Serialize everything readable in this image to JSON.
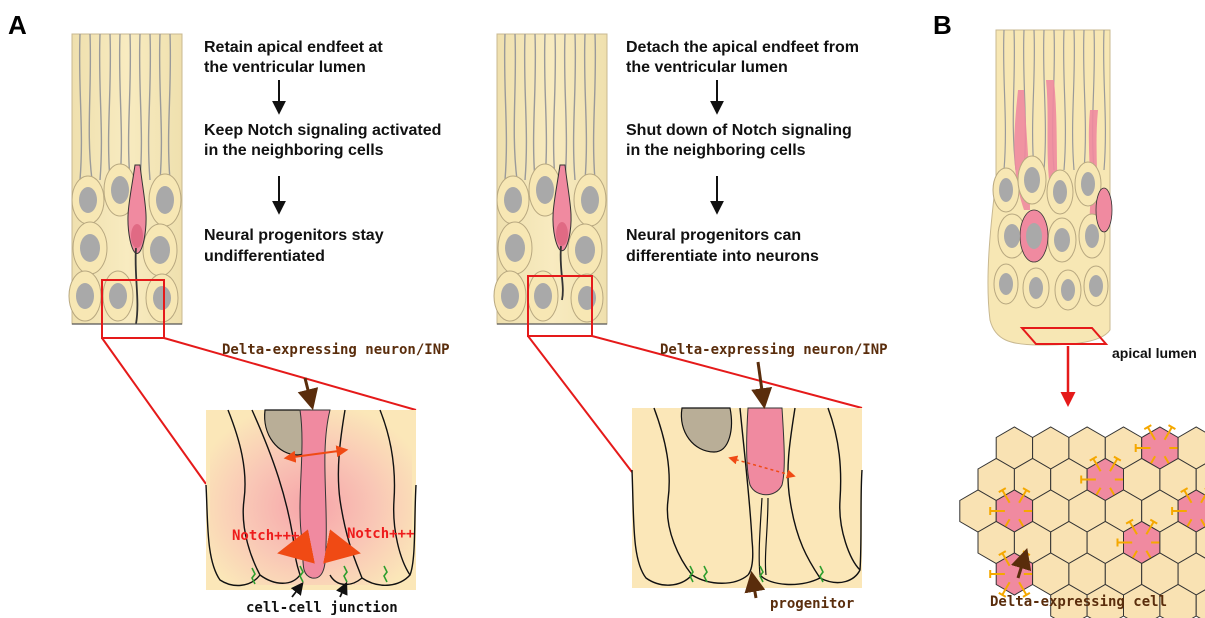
{
  "panel_a": {
    "label": "A",
    "left_steps": [
      [
        "Retain apical endfeet at",
        "the ventricular lumen"
      ],
      [
        "Keep Notch signaling activated",
        "in the neighboring cells"
      ],
      [
        "Neural progenitors stay",
        "undifferentiated"
      ]
    ],
    "right_steps": [
      [
        "Detach the apical endfeet from",
        "the ventricular lumen"
      ],
      [
        "Shut down of Notch signaling",
        "in the neighboring cells"
      ],
      [
        "Neural progenitors can",
        "differentiate into neurons"
      ]
    ],
    "left_zoom": {
      "neuron_label": "Delta-expressing neuron/INP",
      "notch_left": "Notch+++",
      "notch_right": "Notch+++",
      "junction_label": "cell-cell junction"
    },
    "right_zoom": {
      "neuron_label": "Delta-expressing neuron/INP",
      "progenitor_label": "progenitor"
    }
  },
  "panel_b": {
    "label": "B",
    "apical_label": "apical lumen",
    "delta_cell_label": "Delta-expressing cell"
  },
  "colors": {
    "cell_fill": "#f7e7b4",
    "cell_stroke": "#c8b890",
    "nucleus": "#a9a9a9",
    "delta_cell": "#f08aa0",
    "zoom_line": "#e51a1a",
    "arrow_brown": "#5a2d0c",
    "notch_arrow": "#f04a14",
    "junction_green": "#2e9e2e",
    "ligand_orange": "#f5a800"
  }
}
